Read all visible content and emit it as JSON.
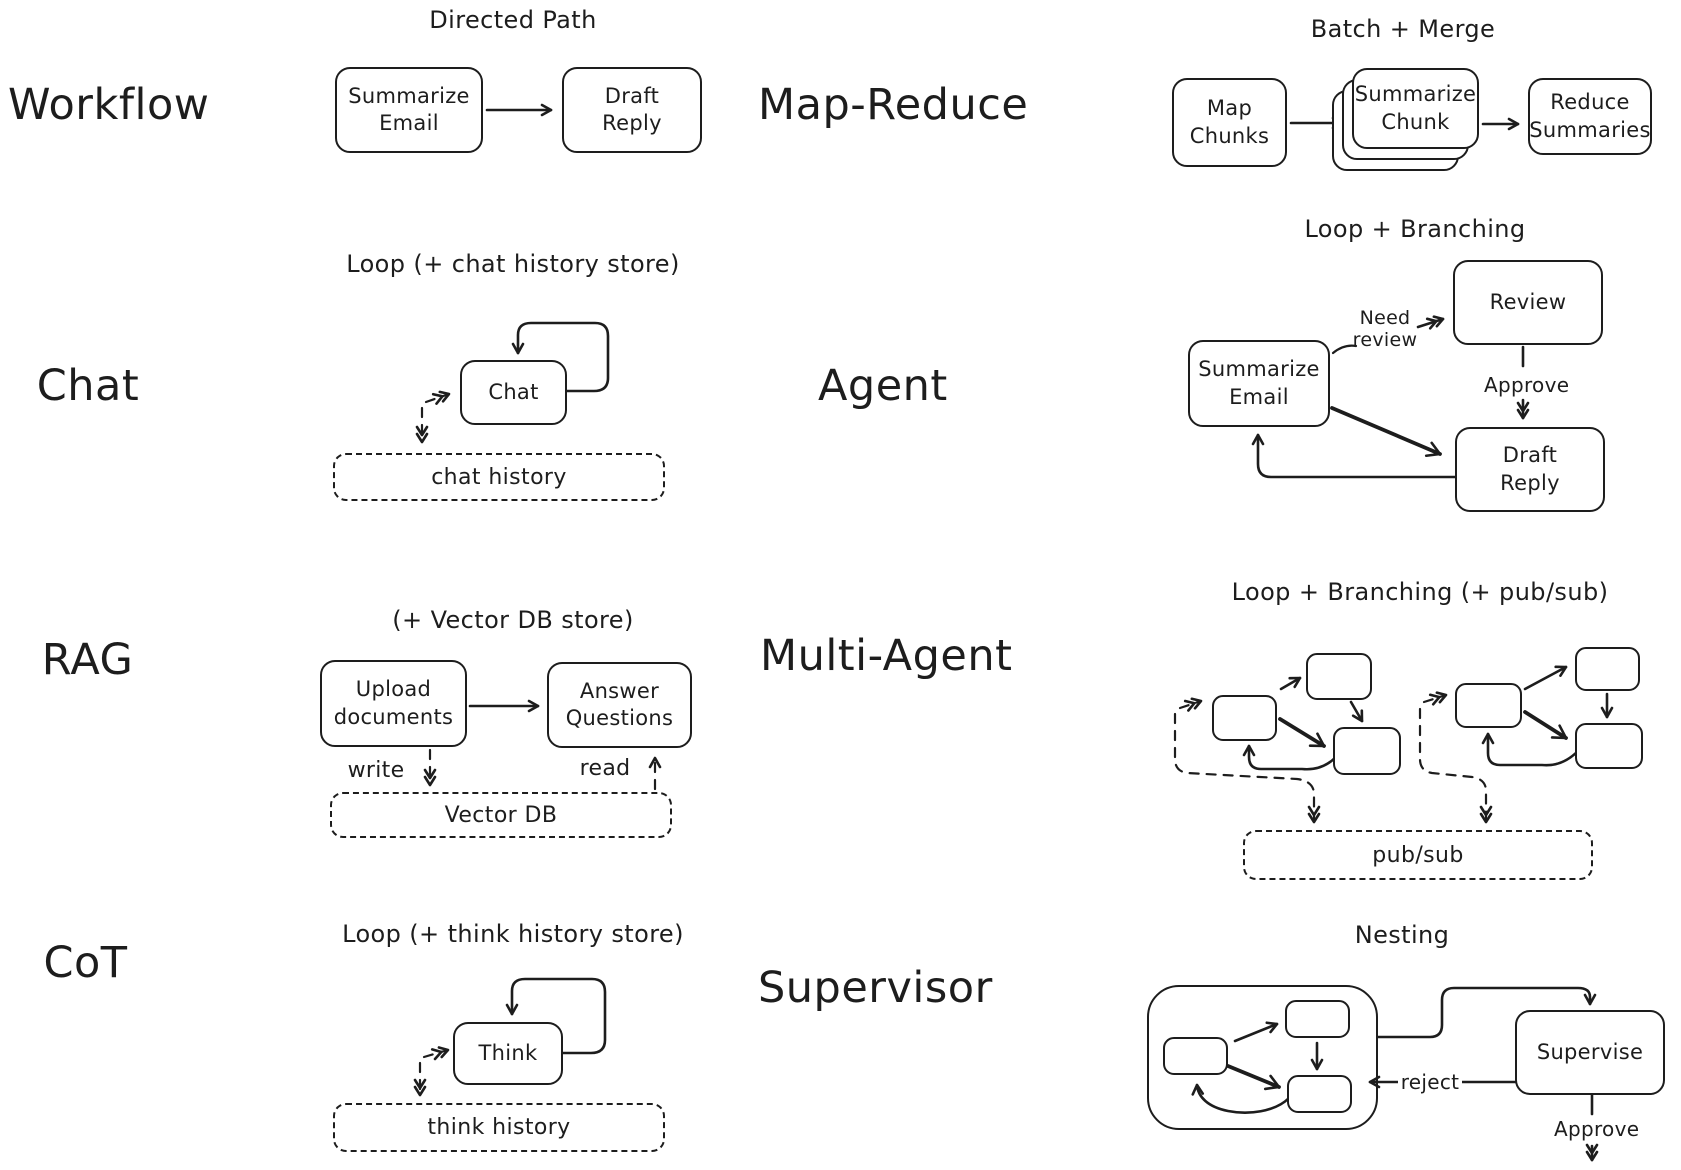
{
  "colors": {
    "ink": "#1d1d1d",
    "background": "#ffffff"
  },
  "sections": {
    "workflow": {
      "label": "Workflow",
      "title": "Directed Path",
      "node_summarize_email": "Summarize\nEmail",
      "node_draft_reply": "Draft\nReply"
    },
    "map_reduce": {
      "label": "Map-Reduce",
      "title": "Batch + Merge",
      "node_map_chunks": "Map\nChunks",
      "node_summarize_chunk": "Summarize\nChunk",
      "node_reduce_summaries": "Reduce\nSummaries"
    },
    "chat": {
      "label": "Chat",
      "title": "Loop (+ chat history store)",
      "node_chat": "Chat",
      "store_chat_history": "chat history"
    },
    "agent": {
      "label": "Agent",
      "title": "Loop + Branching",
      "node_summarize_email": "Summarize\nEmail",
      "node_review": "Review",
      "node_draft_reply": "Draft\nReply",
      "edge_need_review": "Need\nreview",
      "edge_approve": "Approve"
    },
    "rag": {
      "label": "RAG",
      "title": "(+ Vector DB store)",
      "node_upload_documents": "Upload\ndocuments",
      "node_answer_questions": "Answer\nQuestions",
      "edge_write": "write",
      "edge_read": "read",
      "store_vector_db": "Vector DB"
    },
    "multi_agent": {
      "label": "Multi-Agent",
      "title": "Loop + Branching (+ pub/sub)",
      "store_pub_sub": "pub/sub"
    },
    "cot": {
      "label": "CoT",
      "title": "Loop (+ think history store)",
      "node_think": "Think",
      "store_think_history": "think history"
    },
    "supervisor": {
      "label": "Supervisor",
      "title": "Nesting",
      "node_supervise": "Supervise",
      "edge_reject": "reject",
      "edge_approve": "Approve"
    }
  }
}
